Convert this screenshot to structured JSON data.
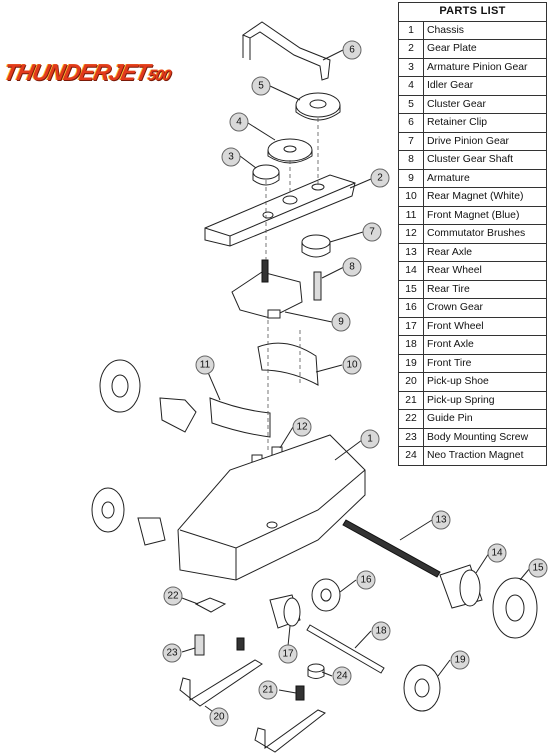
{
  "logo": {
    "text": "THUNDERJET",
    "sub": "500"
  },
  "parts_list": {
    "title": "PARTS LIST",
    "items": [
      {
        "num": "1",
        "name": "Chassis"
      },
      {
        "num": "2",
        "name": "Gear Plate"
      },
      {
        "num": "3",
        "name": "Armature Pinion Gear"
      },
      {
        "num": "4",
        "name": "Idler Gear"
      },
      {
        "num": "5",
        "name": "Cluster Gear"
      },
      {
        "num": "6",
        "name": "Retainer Clip"
      },
      {
        "num": "7",
        "name": "Drive Pinion Gear"
      },
      {
        "num": "8",
        "name": "Cluster Gear Shaft"
      },
      {
        "num": "9",
        "name": "Armature"
      },
      {
        "num": "10",
        "name": "Rear Magnet (White)"
      },
      {
        "num": "11",
        "name": "Front Magnet (Blue)"
      },
      {
        "num": "12",
        "name": "Commutator Brushes"
      },
      {
        "num": "13",
        "name": "Rear Axle"
      },
      {
        "num": "14",
        "name": "Rear Wheel"
      },
      {
        "num": "15",
        "name": "Rear Tire"
      },
      {
        "num": "16",
        "name": "Crown Gear"
      },
      {
        "num": "17",
        "name": "Front Wheel"
      },
      {
        "num": "18",
        "name": "Front Axle"
      },
      {
        "num": "19",
        "name": "Front Tire"
      },
      {
        "num": "20",
        "name": "Pick-up Shoe"
      },
      {
        "num": "21",
        "name": "Pick-up Spring"
      },
      {
        "num": "22",
        "name": "Guide Pin"
      },
      {
        "num": "23",
        "name": "Body Mounting Screw"
      },
      {
        "num": "24",
        "name": "Neo Traction Magnet"
      }
    ]
  },
  "callouts": [
    "1",
    "2",
    "3",
    "4",
    "5",
    "6",
    "7",
    "8",
    "9",
    "10",
    "11",
    "12",
    "13",
    "14",
    "15",
    "16",
    "17",
    "18",
    "19",
    "20",
    "21",
    "22",
    "23",
    "24"
  ]
}
